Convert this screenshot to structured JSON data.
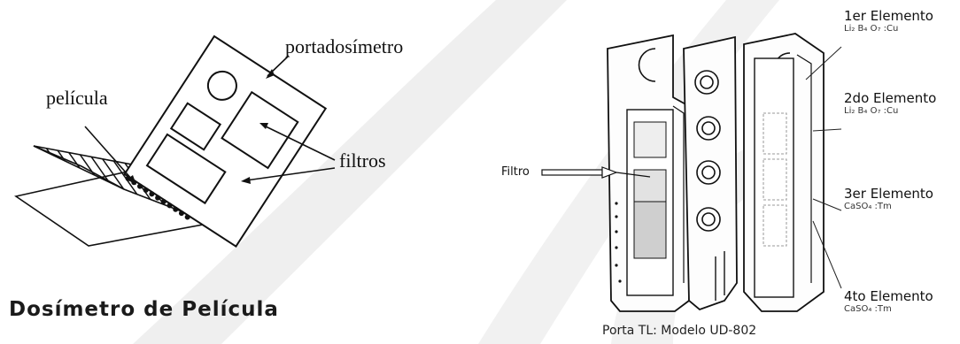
{
  "left_diagram": {
    "labels": {
      "holder": "portadosímetro",
      "film": "película",
      "filters": "filtros"
    },
    "caption": "Dosímetro de Película"
  },
  "right_diagram": {
    "filter_label": "Filtro",
    "caption": "Porta TL: Modelo UD-802",
    "elements": [
      {
        "name": "1er Elemento",
        "formula": "Li₂ B₄ O₇ :Cu"
      },
      {
        "name": "2do Elemento",
        "formula": "Li₂ B₄ O₇ :Cu"
      },
      {
        "name": "3er Elemento",
        "formula": "CaSO₄ :Tm"
      },
      {
        "name": "4to Elemento",
        "formula": "CaSO₄ :Tm"
      }
    ]
  },
  "colors": {
    "line": "#1a1a1a",
    "watermark": "#e8e8e8"
  }
}
